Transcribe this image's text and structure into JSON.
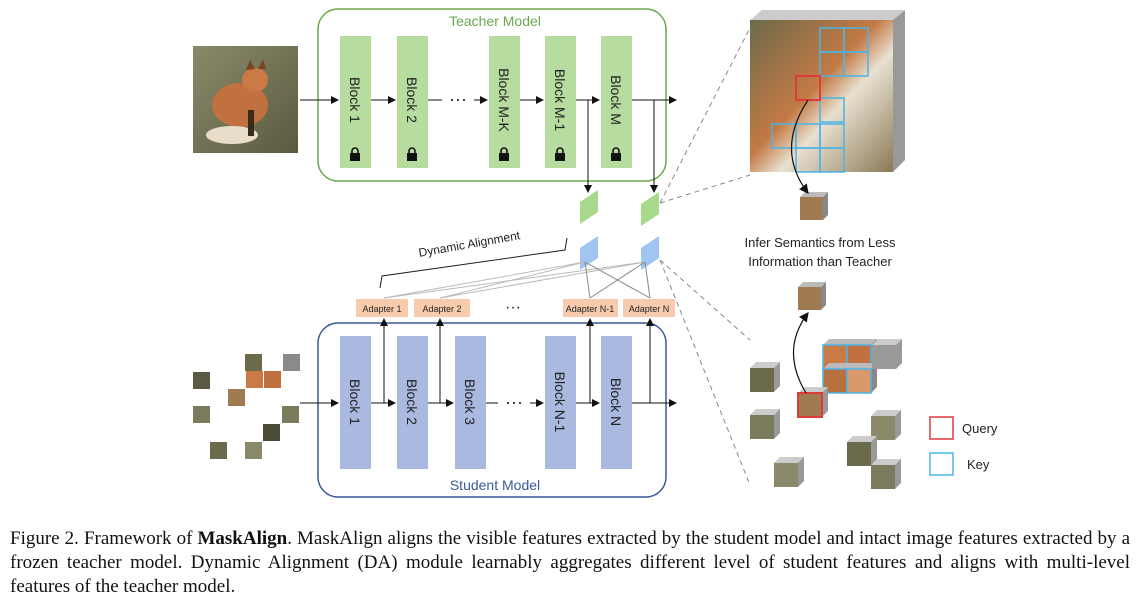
{
  "teacher": {
    "title": "Teacher Model",
    "blocks": [
      "Block 1",
      "Block 2",
      "Block M-K",
      "Block M-1",
      "Block M"
    ],
    "ellipsis": "···"
  },
  "student": {
    "title": "Student Model",
    "blocks": [
      "Block 1",
      "Block 2",
      "Block 3",
      "Block N-1",
      "Block N"
    ],
    "ellipsis": "···"
  },
  "adapters": {
    "labels": [
      "Adapter 1",
      "Adapter 2",
      "Adapter N-1",
      "Adapter N"
    ],
    "ellipsis": "···"
  },
  "dynamic_alignment": "Dynamic Alignment",
  "infer_text": [
    "Infer Semantics from Less",
    "Information than Teacher"
  ],
  "legend": {
    "query": "Query",
    "key": "Key"
  },
  "colors": {
    "teacher_border": "#6aa84f",
    "teacher_block": "#b7dca0",
    "student_border": "#3b5998",
    "student_block": "#a9b9e0",
    "adapter": "#f8cbad",
    "query": "#e03a3a",
    "key": "#4db3e6",
    "fox": "#b0704a",
    "grass": "#7a7a5c"
  },
  "caption": {
    "prefix": "Figure 2.  Framework of ",
    "bold": "MaskAlign",
    "text": ".  MaskAlign aligns the visible features extracted by the student model and intact image features extracted by a frozen teacher model. Dynamic Alignment (DA) module learnably aggregates different level of student features and aligns with multi-level features of the teacher model."
  }
}
